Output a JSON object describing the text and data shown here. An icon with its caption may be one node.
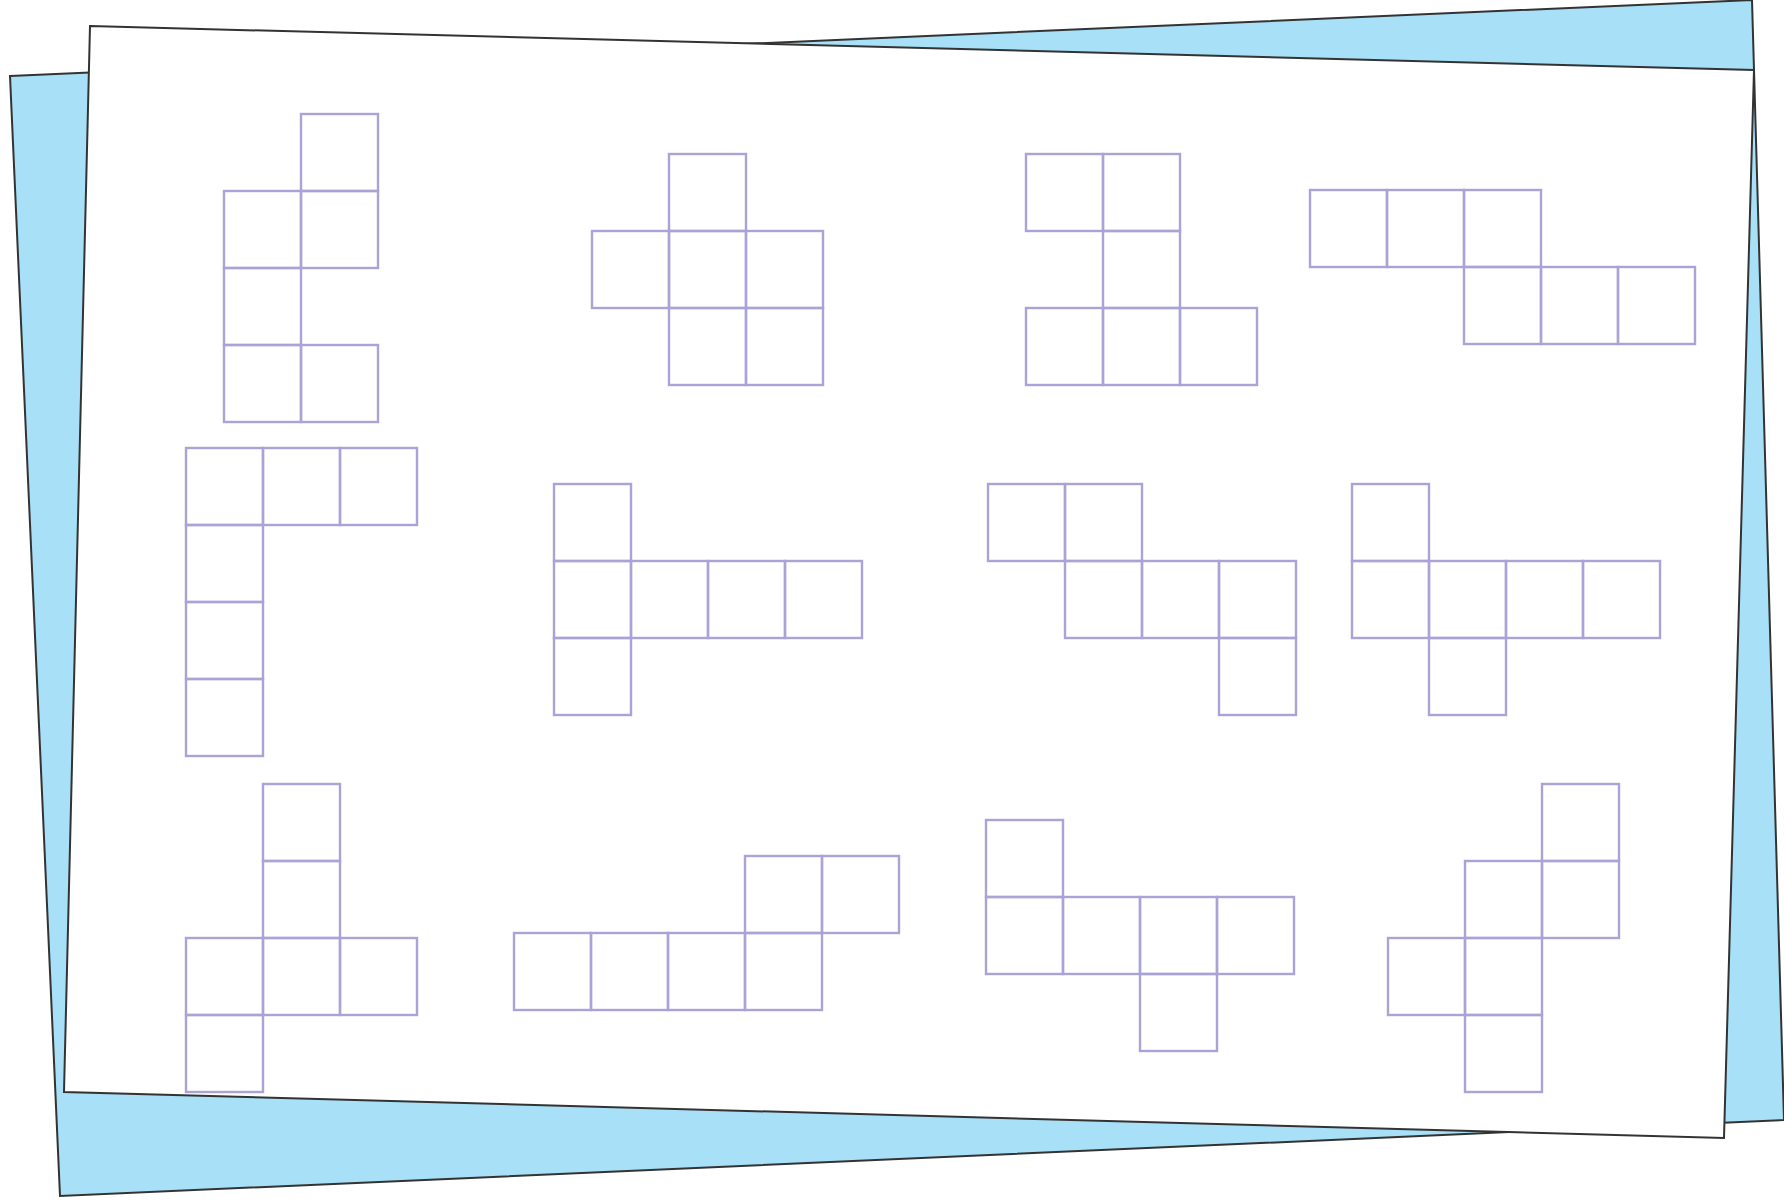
{
  "diagram": {
    "nodes": [
      {
        "text": [],
        "shape": "net"
      },
      {
        "text": [],
        "shape": "net"
      },
      {
        "text": [],
        "shape": "net"
      },
      {
        "text": [],
        "shape": "net"
      },
      {
        "text": [],
        "shape": "net"
      },
      {
        "text": [],
        "shape": "net"
      },
      {
        "text": [],
        "shape": "net"
      },
      {
        "text": [],
        "shape": "net"
      },
      {
        "text": [],
        "shape": "net"
      },
      {
        "text": [],
        "shape": "net"
      },
      {
        "text": [],
        "shape": "net"
      },
      {
        "text": [],
        "shape": "net"
      }
    ]
  }
}
